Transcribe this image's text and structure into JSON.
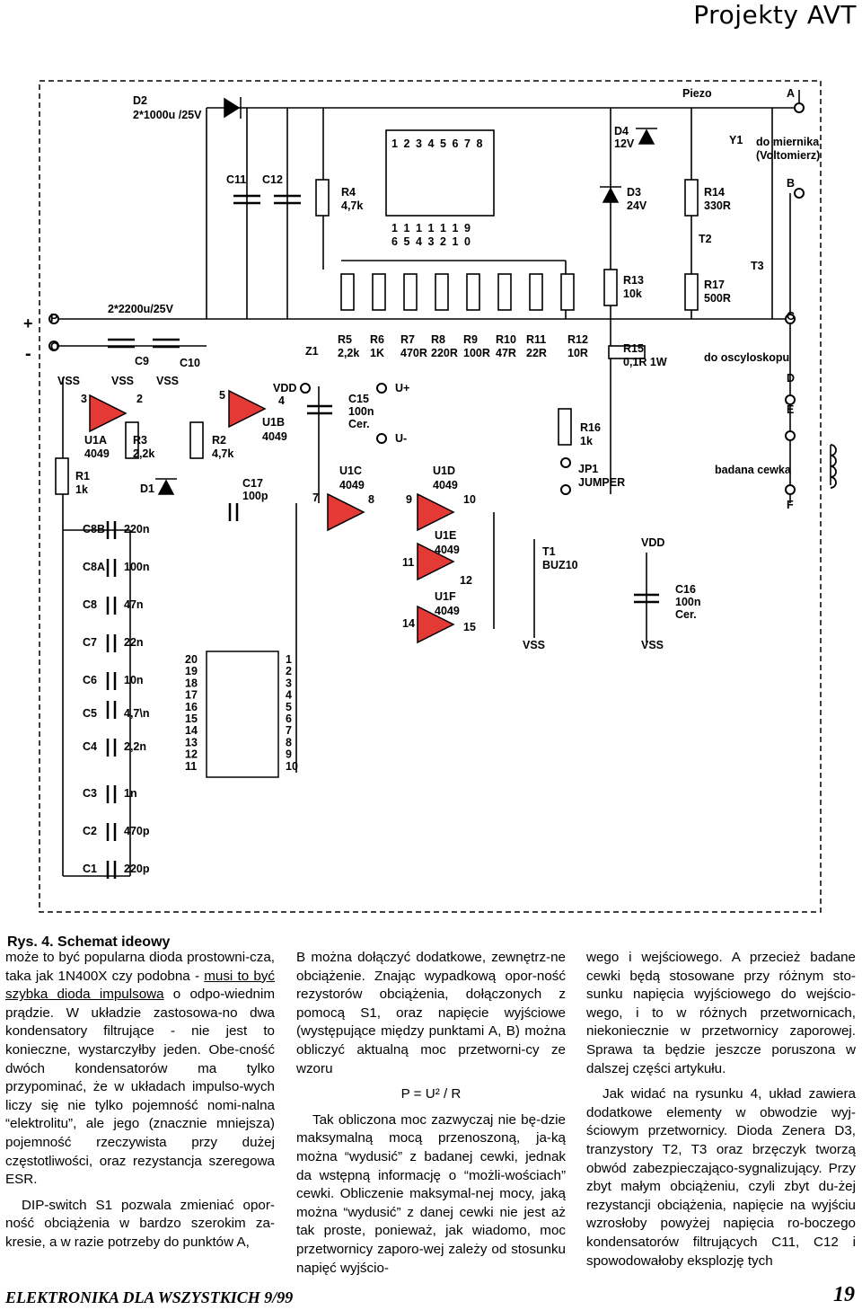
{
  "header": {
    "title": "Projekty AVT"
  },
  "schematic": {
    "labels": {
      "D2": "D2",
      "D2_val": "2*1000u /25V",
      "C11": "C11",
      "C12": "C12",
      "R4": "R4",
      "R4_val": "4,7k",
      "sw_top_nums": [
        "1",
        "2",
        "3",
        "4",
        "5",
        "6",
        "7",
        "8"
      ],
      "sw_bot_nums_a": [
        "1",
        "1",
        "1",
        "1",
        "1",
        "1",
        "9"
      ],
      "sw_bot_nums_b": [
        "6",
        "5",
        "4",
        "3",
        "2",
        "1",
        "0"
      ],
      "D4": "D4",
      "D4_val": "12V",
      "Piezo": "Piezo",
      "Y1": "Y1",
      "A": "A",
      "B": "B",
      "C": "C",
      "D": "D",
      "E": "E",
      "F": "F",
      "miernik": "do miernika",
      "voltomierz": "(Voltomierz)",
      "D3": "D3",
      "D3_val": "24V",
      "R14": "R14",
      "R14_val": "330R",
      "T2": "T2",
      "T3": "T3",
      "R13": "R13",
      "R13_val": "10k",
      "R17": "R17",
      "R17_val": "500R",
      "plus": "+",
      "minus": "-",
      "P": "P",
      "O": "O",
      "C_2200": "2*2200u/25V",
      "C9": "C9",
      "C10": "C10",
      "Z1": "Z1",
      "R5": "R5",
      "R5_val": "2,2k",
      "R6": "R6",
      "R6_val": "1K",
      "R7": "R7",
      "R7_val": "470R",
      "R8": "R8",
      "R8_val": "220R",
      "R9": "R9",
      "R9_val": "100R",
      "R10": "R10",
      "R10_val": "47R",
      "R11": "R11",
      "R11_val": "22R",
      "R12": "R12",
      "R12_val": "10R",
      "R15": "R15",
      "R15_val": "0,1R 1W",
      "oscyloskopu": "do oscyloskopu",
      "VSS": "VSS",
      "VDD": "VDD",
      "U1A": "U1A",
      "U1B": "U1B",
      "U1C": "U1C",
      "U1D": "U1D",
      "U1E": "U1E",
      "U1F": "U1F",
      "ic": "4049",
      "R3": "R3",
      "R3_val": "2,2k",
      "R2": "R2",
      "R2_val": "4,7k",
      "C15": "C15",
      "C15_val": "100n",
      "C15_type": "Cer.",
      "Uplus": "U+",
      "Uminus": "U-",
      "R16": "R16",
      "R16_val": "1k",
      "R1": "R1",
      "R1_val": "1k",
      "D1": "D1",
      "C17": "C17",
      "C17_val": "100p",
      "JP1": "JP1",
      "JUMPER": "JUMPER",
      "cewka": "badana cewka",
      "T1": "T1",
      "T1_val": "BUZ10",
      "C16": "C16",
      "C16_val": "100n",
      "C16_type": "Cer.",
      "pins": [
        "3",
        "2",
        "5",
        "4",
        "7",
        "8",
        "9",
        "10",
        "11",
        "12",
        "14",
        "15"
      ],
      "caps": [
        {
          "n": "C8B",
          "v": "220n"
        },
        {
          "n": "C8A",
          "v": "100n"
        },
        {
          "n": "C8",
          "v": "47n"
        },
        {
          "n": "C7",
          "v": "22n"
        },
        {
          "n": "C6",
          "v": "10n"
        },
        {
          "n": "C5",
          "v": "4,7\\n"
        },
        {
          "n": "C4",
          "v": "2,2n"
        },
        {
          "n": "C3",
          "v": "1n"
        },
        {
          "n": "C2",
          "v": "470p"
        },
        {
          "n": "C1",
          "v": "220p"
        }
      ],
      "dip_left": [
        "20",
        "19",
        "18",
        "17",
        "16",
        "15",
        "14",
        "13",
        "12",
        "11"
      ],
      "dip_right": [
        "1",
        "2",
        "3",
        "4",
        "5",
        "6",
        "7",
        "8",
        "9",
        "10"
      ]
    }
  },
  "caption": "Rys. 4. Schemat ideowy",
  "col1": {
    "p1a": "może to być popularna dioda prostowni-cza, taka jak 1N400X czy podobna - ",
    "p1u": "musi to być szybka dioda impulsowa",
    "p1b": " o odpo-wiednim prądzie. W układzie zastosowa-no dwa kondensatory filtrujące - nie jest to konieczne, wystarczyłby jeden. Obe-cność dwóch kondensatorów ma tylko przypominać, że w układach impulso-wych liczy się nie tylko pojemność nomi-nalna “elektrolitu”, ale jego (znacznie mniejsza) pojemność rzeczywista przy dużej częstotliwości, oraz rezystancja szeregowa ESR.",
    "p2": "DIP-switch S1 pozwala zmieniać opor-ność obciążenia w bardzo szerokim za-kresie, a w razie potrzeby do punktów A,"
  },
  "col2": {
    "p1": "B można dołączyć dodatkowe, zewnętrz-ne obciążenie. Znając wypadkową opor-ność rezystorów obciążenia, dołączonych z pomocą S1, oraz napięcie wyjściowe (występujące między punktami A, B) można obliczyć aktualną moc przetworni-cy ze wzoru",
    "formula": "P = U² / R",
    "p2": "Tak obliczona moc zazwyczaj nie bę-dzie maksymalną mocą przenoszoną, ja-ką można “wydusić” z badanej cewki, jednak da wstępną informację o “możli-wościach” cewki. Obliczenie maksymal-nej mocy, jaką można “wydusić” z danej cewki nie jest aż tak proste, ponieważ, jak wiadomo, moc przetwornicy zaporo-wej zależy od stosunku napięć wyjścio-"
  },
  "col3": {
    "p1": "wego i wejściowego. A przecież badane cewki będą stosowane przy różnym sto-sunku napięcia wyjściowego do wejścio-wego, i to w różnych przetwornicach, niekoniecznie w przetwornicy zaporowej. Sprawa ta będzie jeszcze poruszona w dalszej części artykułu.",
    "p2": "Jak widać na rysunku 4, układ zawiera dodatkowe elementy w obwodzie wyj-ściowym przetwornicy. Dioda Zenera D3, tranzystory T2, T3 oraz brzęczyk tworzą obwód zabezpieczająco-sygnalizujący. Przy zbyt małym obciążeniu, czyli zbyt du-żej rezystancji obciążenia, napięcie na wyjściu wzrosłoby powyżej napięcia ro-boczego kondensatorów filtrujących C11, C12 i spowodowałoby eksplozję tych"
  },
  "footer": {
    "magazine": "ELEKTRONIKA DLA WSZYSTKICH 9/99",
    "page": "19"
  }
}
